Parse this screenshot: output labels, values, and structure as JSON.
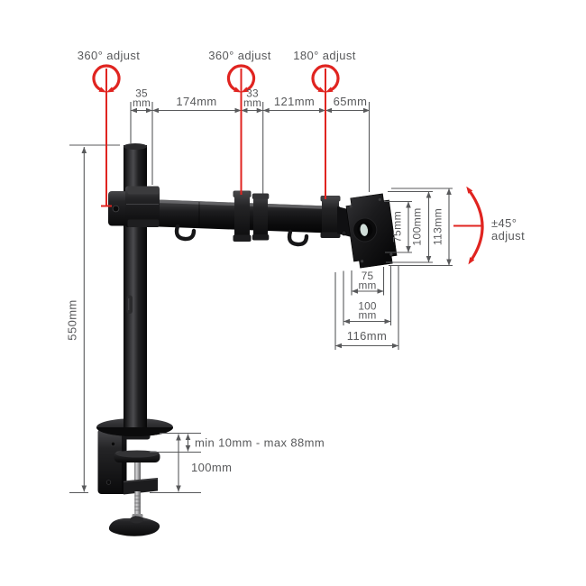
{
  "labels": {
    "rot1": "360° adjust",
    "rot2": "360° adjust",
    "rot3": "180° adjust",
    "tilt1": "±45°",
    "tilt2": "adjust"
  },
  "dims": {
    "seg35": "35",
    "seg35u": "mm",
    "seg174": "174mm",
    "seg33": "33",
    "seg33u": "mm",
    "seg121": "121mm",
    "seg65": "65mm",
    "pole_height": "550mm",
    "vesa_v75": "75mm",
    "vesa_v100": "100mm",
    "plate_h113": "113mm",
    "vesa_h75": "75",
    "vesa_h75u": "mm",
    "vesa_h100": "100",
    "vesa_h100u": "mm",
    "plate_w116": "116mm",
    "desk_range": "min 10mm - max 88mm",
    "clamp_depth": "100mm"
  },
  "colors": {
    "accent_red": "#e02420",
    "dimension_gray": "#58595b",
    "product_black": "#121214",
    "metal_silver": "#c9c9cb",
    "hub_highlight": "#dbe9e4",
    "background": "#ffffff"
  }
}
